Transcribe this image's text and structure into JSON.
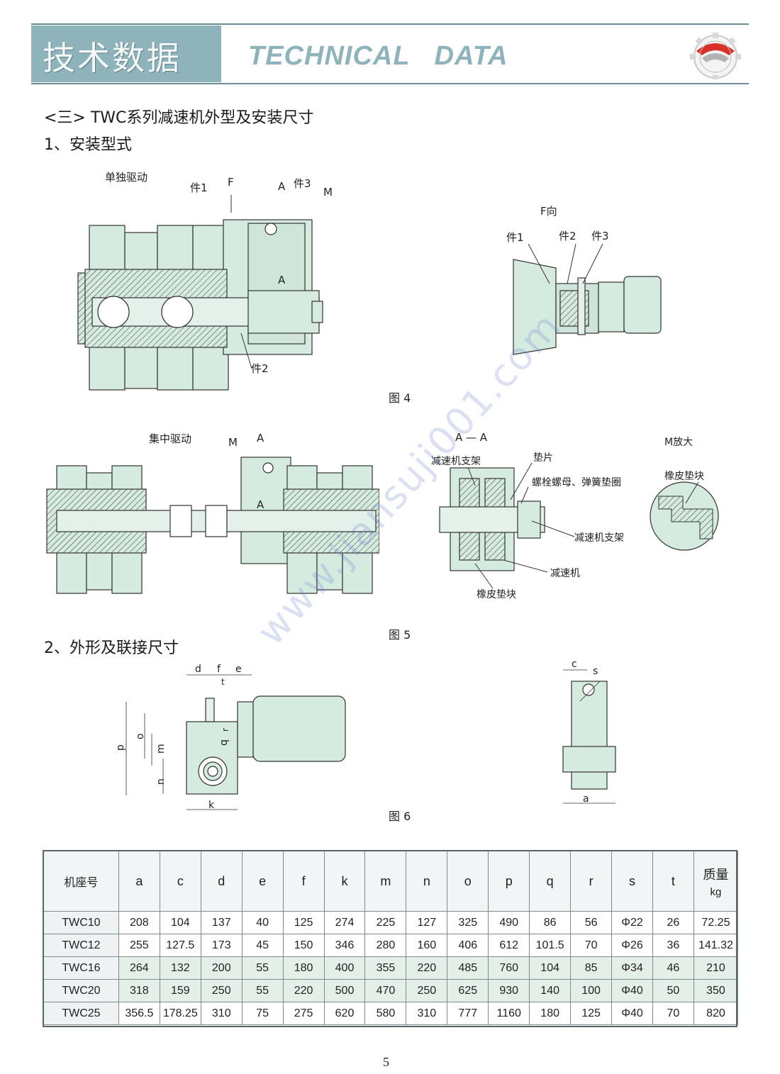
{
  "header": {
    "title_cn": "技术数据",
    "title_en": "TECHNICAL   DATA",
    "accent_color": "#8fb3ba"
  },
  "section": {
    "title": "<三> TWC系列减速机外型及安装尺寸",
    "sub1": "1、安装型式",
    "sub2": "2、外形及联接尺寸"
  },
  "fig4": {
    "caption": "图 4",
    "single_drive": "单独驱动",
    "part1": "件1",
    "part2": "件2",
    "part3": "件3",
    "label_f": "F",
    "label_a": "A",
    "label_a2": "A",
    "label_m": "M",
    "f_view": "F向",
    "fv_part1": "件1",
    "fv_part2": "件2",
    "fv_part3": "件3"
  },
  "fig5": {
    "caption": "图 5",
    "central_drive": "集中驱动",
    "label_m": "M",
    "label_a": "A",
    "label_a2": "A",
    "section_aa": "A — A",
    "reducer_bracket": "减速机支架",
    "washer": "垫片",
    "bolt_nut": "螺栓螺母、弹簧垫圈",
    "reducer_bracket2": "减速机支架",
    "reducer": "减速机",
    "rubber_pad": "橡皮垫块",
    "m_enlarged": "M放大",
    "rubber_pad2": "橡皮垫块"
  },
  "fig6": {
    "caption": "图 6",
    "dims": {
      "d": "d",
      "f": "f",
      "e": "e",
      "t": "t",
      "p": "p",
      "o": "o",
      "m": "m",
      "n": "n",
      "q": "q",
      "r": "r",
      "k": "k",
      "c": "c",
      "s": "s",
      "a": "a"
    }
  },
  "table": {
    "headers": [
      "机座号",
      "a",
      "c",
      "d",
      "e",
      "f",
      "k",
      "m",
      "n",
      "o",
      "p",
      "q",
      "r",
      "s",
      "t"
    ],
    "mass_header_line1": "质量",
    "mass_header_line2": "kg",
    "rows": [
      [
        "TWC10",
        "208",
        "104",
        "137",
        "40",
        "125",
        "274",
        "225",
        "127",
        "325",
        "490",
        "86",
        "56",
        "Φ22",
        "26",
        "72.25"
      ],
      [
        "TWC12",
        "255",
        "127.5",
        "173",
        "45",
        "150",
        "346",
        "280",
        "160",
        "406",
        "612",
        "101.5",
        "70",
        "Φ26",
        "36",
        "141.32"
      ],
      [
        "TWC16",
        "264",
        "132",
        "200",
        "55",
        "180",
        "400",
        "355",
        "220",
        "485",
        "760",
        "104",
        "85",
        "Φ34",
        "46",
        "210"
      ],
      [
        "TWC20",
        "318",
        "159",
        "250",
        "55",
        "220",
        "500",
        "470",
        "250",
        "625",
        "930",
        "140",
        "100",
        "Φ40",
        "50",
        "350"
      ],
      [
        "TWC25",
        "356.5",
        "178.25",
        "310",
        "75",
        "275",
        "620",
        "580",
        "310",
        "777",
        "1160",
        "180",
        "125",
        "Φ40",
        "70",
        "820"
      ]
    ]
  },
  "watermark": "www.jiansuji001.com",
  "page_number": "5"
}
